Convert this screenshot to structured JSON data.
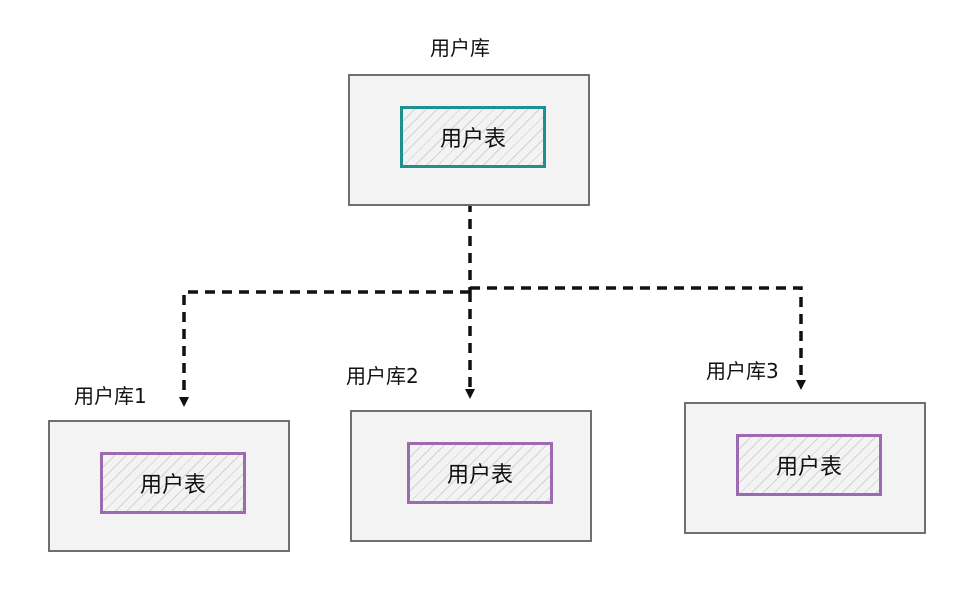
{
  "source": {
    "db_label": "用户库",
    "table_label": "用户表"
  },
  "targets": [
    {
      "db_label": "用户库1",
      "table_label": "用户表"
    },
    {
      "db_label": "用户库2",
      "table_label": "用户表"
    },
    {
      "db_label": "用户库3",
      "table_label": "用户表"
    }
  ],
  "colors": {
    "source_table_border": "#1f8f8f",
    "target_table_border": "#9b6aaf",
    "db_box_border": "#6f6f6f",
    "db_box_fill": "#f4f3f4",
    "connector": "#111111"
  }
}
